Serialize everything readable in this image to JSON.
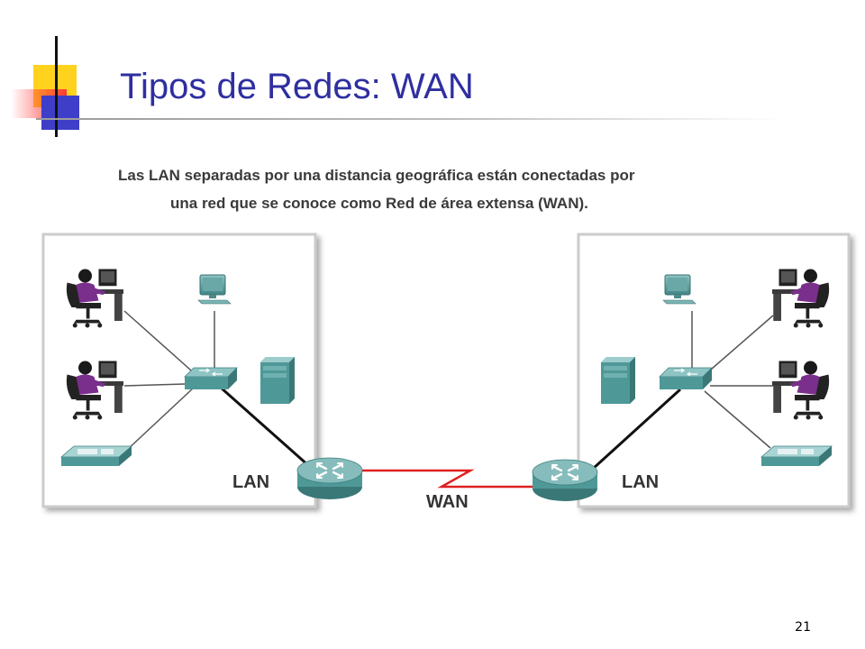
{
  "slide": {
    "title": "Tipos de Redes: WAN",
    "caption_line1": "Las LAN separadas por una distancia geográfica están conectadas por",
    "caption_line2": "una red que se conoce como Red de área extensa (WAN).",
    "page_number": "21"
  },
  "diagram": {
    "left_lan_label": "LAN",
    "right_lan_label": "LAN",
    "wan_label": "WAN"
  },
  "colors": {
    "title": "#2f2fa0",
    "deco_yellow": "#ffd21e",
    "deco_red": "#ff4040",
    "deco_blue": "#3e3ec8",
    "device_teal": "#4f9898",
    "wan_link": "#e02020"
  }
}
